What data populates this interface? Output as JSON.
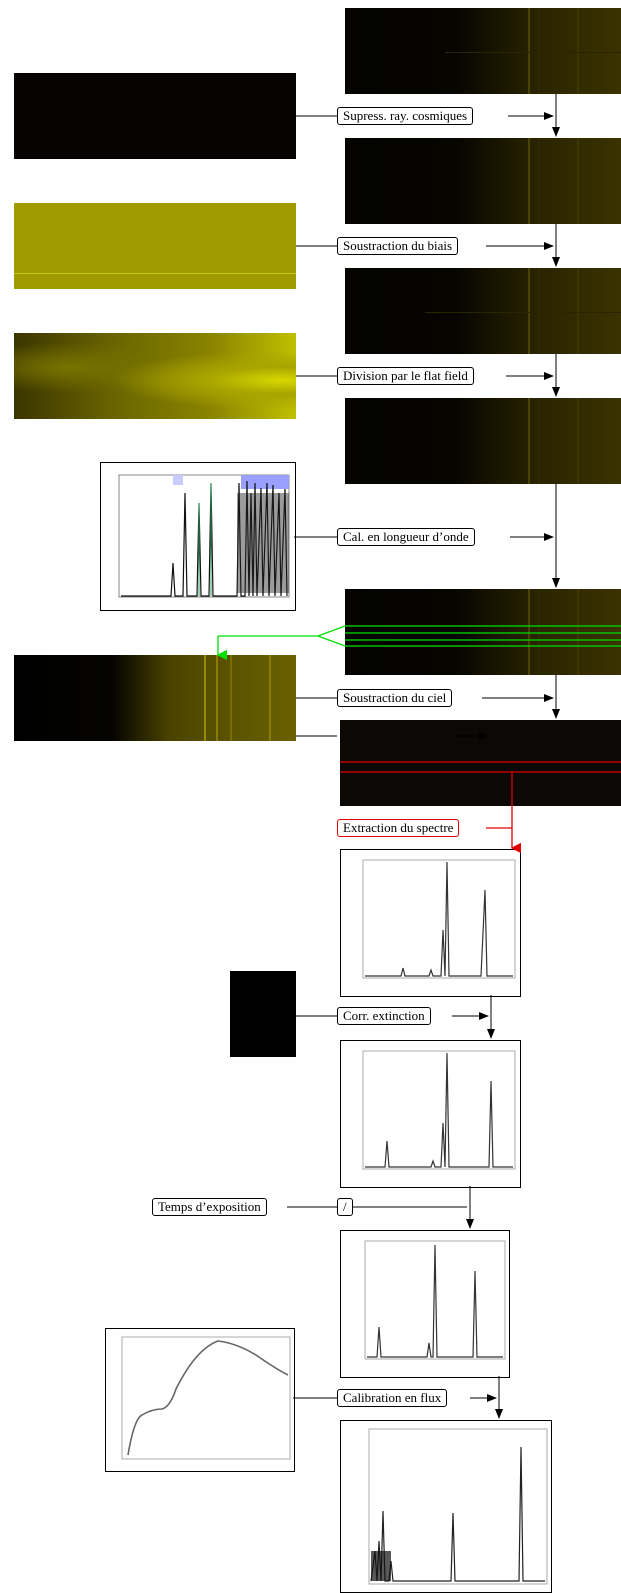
{
  "steps": {
    "cosmic": "Supress. ray. cosmiques",
    "bias": "Soustraction du biais",
    "flat": "Division par le flat field",
    "wavelength": "Cal. en longueur d’onde",
    "sky": "Soustraction du ciel",
    "extract": "Extraction du spectre",
    "extinction": "Corr. extinction",
    "exposure": "Temps d’exposition",
    "divide": "/",
    "flux": "Calibration en flux"
  },
  "colors": {
    "arrow": "#000000",
    "sky_region": "#00e000",
    "extract_region": "#e00000",
    "ccd_line": "#8a7a00"
  }
}
